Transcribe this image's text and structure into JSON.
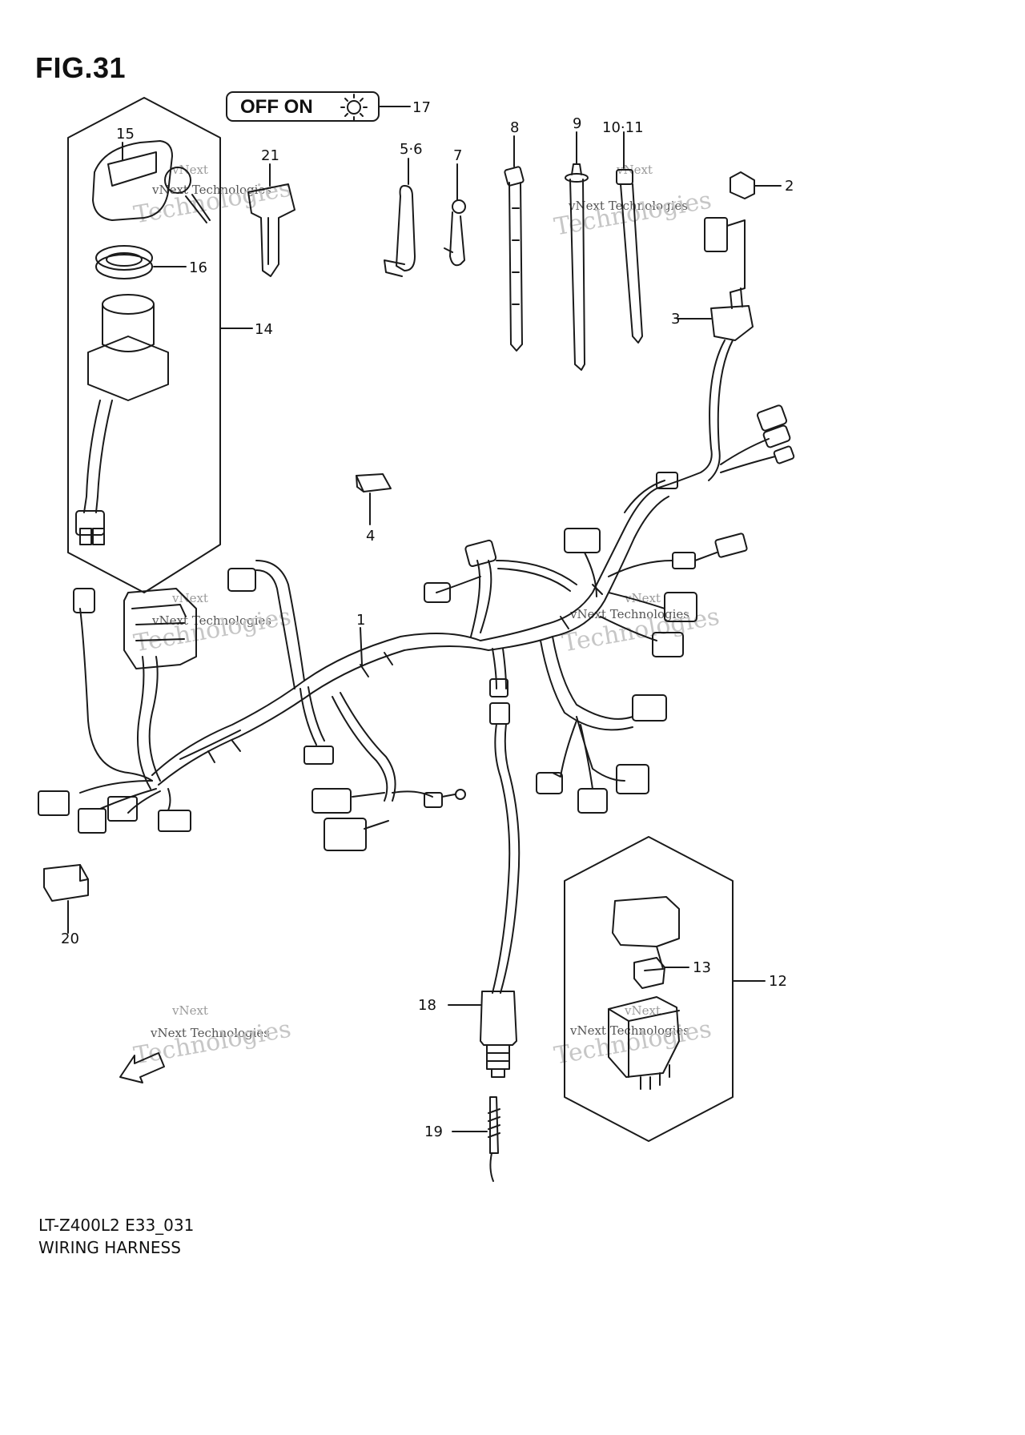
{
  "figure": {
    "title": "FIG.31",
    "model_code": "LT-Z400L2 E33_031",
    "assembly_name": "WIRING HARNESS"
  },
  "switch_panel": {
    "label": "OFF ON",
    "icon": "sun-light-icon"
  },
  "callouts": [
    "1",
    "2",
    "3",
    "4",
    "5·6",
    "7",
    "8",
    "9",
    "10·11",
    "12",
    "13",
    "14",
    "15",
    "16",
    "17",
    "18",
    "19",
    "20",
    "21"
  ],
  "watermark": {
    "brand": "vNext",
    "line": "vNext Technologies",
    "word": "Technologies"
  },
  "colors": {
    "line": "#1a1a1a",
    "watermark": "#b0b0b0",
    "background": "#ffffff"
  }
}
